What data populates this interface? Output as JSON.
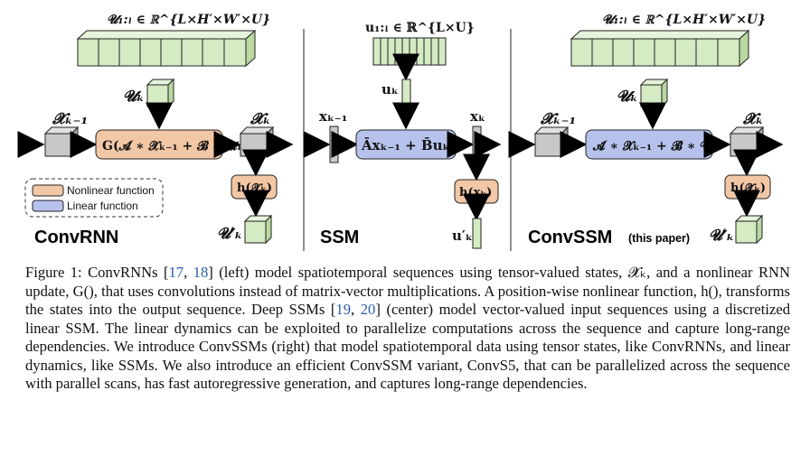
{
  "panels": {
    "convrnn": {
      "title": "ConvRNN",
      "input_label": "𝓤₁:ₗ ∈ ℝ^{L×H′×W′×U}",
      "uk": "𝓤ₖ",
      "xkm1": "𝓧ₖ₋₁",
      "xk": "𝓧ₖ",
      "update": "G(𝓐 ∗ 𝓧ₖ₋₁ + 𝓑 ∗ 𝓤ₖ)",
      "output_fn": "h(𝓧ₖ)",
      "out": "𝓤′ₖ"
    },
    "ssm": {
      "title": "SSM",
      "input_label": "u₁:ₗ ∈ ℝ^{L×U}",
      "uk": "uₖ",
      "xkm1": "xₖ₋₁",
      "xk": "xₖ",
      "update": "Āxₖ₋₁ + B̄uₖ",
      "output_fn": "h(xₖ)",
      "out": "u′ₖ"
    },
    "convssm": {
      "title": "ConvSSM",
      "subtitle": "(this paper)",
      "input_label": "𝓤₁:ₗ ∈ ℝ^{L×H′×W′×U}",
      "uk": "𝓤ₖ",
      "xkm1": "𝓧ₖ₋₁",
      "xk": "𝓧ₖ",
      "update": "𝓐̄ ∗ 𝓧ₖ₋₁ + 𝓑̄ ∗ 𝓤ₖ",
      "output_fn": "h(𝓧ₖ)",
      "out": "𝓤′ₖ"
    }
  },
  "legend": {
    "nonlinear": "Nonlinear function",
    "linear": "Linear function"
  },
  "colors": {
    "input_green": "#d4ebc3",
    "nonlinear_orange": "#f2c7a5",
    "linear_blue": "#b7c2ec",
    "state_gray": "#c8c8c8"
  },
  "caption": {
    "lead": "Figure 1: ConvRNNs [",
    "ref1": "17",
    "sep1": ", ",
    "ref2": "18",
    "mid1": "] (left) model spatiotemporal sequences using tensor-valued states, 𝓧ₖ, and a nonlinear RNN update, G(), that uses convolutions instead of matrix-vector multiplications. A position-wise nonlinear function, h(), transforms the states into the output sequence. Deep SSMs [",
    "ref3": "19",
    "sep2": ", ",
    "ref4": "20",
    "tail": "] (center) model vector-valued input sequences using a discretized linear SSM. The linear dynamics can be exploited to parallelize computations across the sequence and capture long-range dependencies. We introduce ConvSSMs (right) that model spatiotemporal data using tensor states, like ConvRNNs, and linear dynamics, like SSMs. We also introduce an efficient ConvSSM variant, ConvS5, that can be parallelized across the sequence with parallel scans, has fast autoregressive generation, and captures long-range dependencies."
  }
}
